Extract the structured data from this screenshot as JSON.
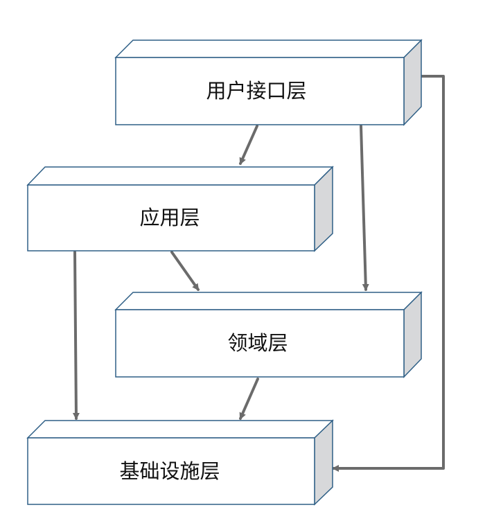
{
  "layers": {
    "user_interface": {
      "label": "用户接口层"
    },
    "application": {
      "label": "应用层"
    },
    "domain": {
      "label": "领域层"
    },
    "infrastructure": {
      "label": "基础设施层"
    }
  },
  "colors": {
    "box_fill": "#ffffff",
    "box_stroke": "#2e5f86",
    "side_fill": "#d7d8da",
    "arrow": "#6b6b6b",
    "text": "#111111"
  }
}
